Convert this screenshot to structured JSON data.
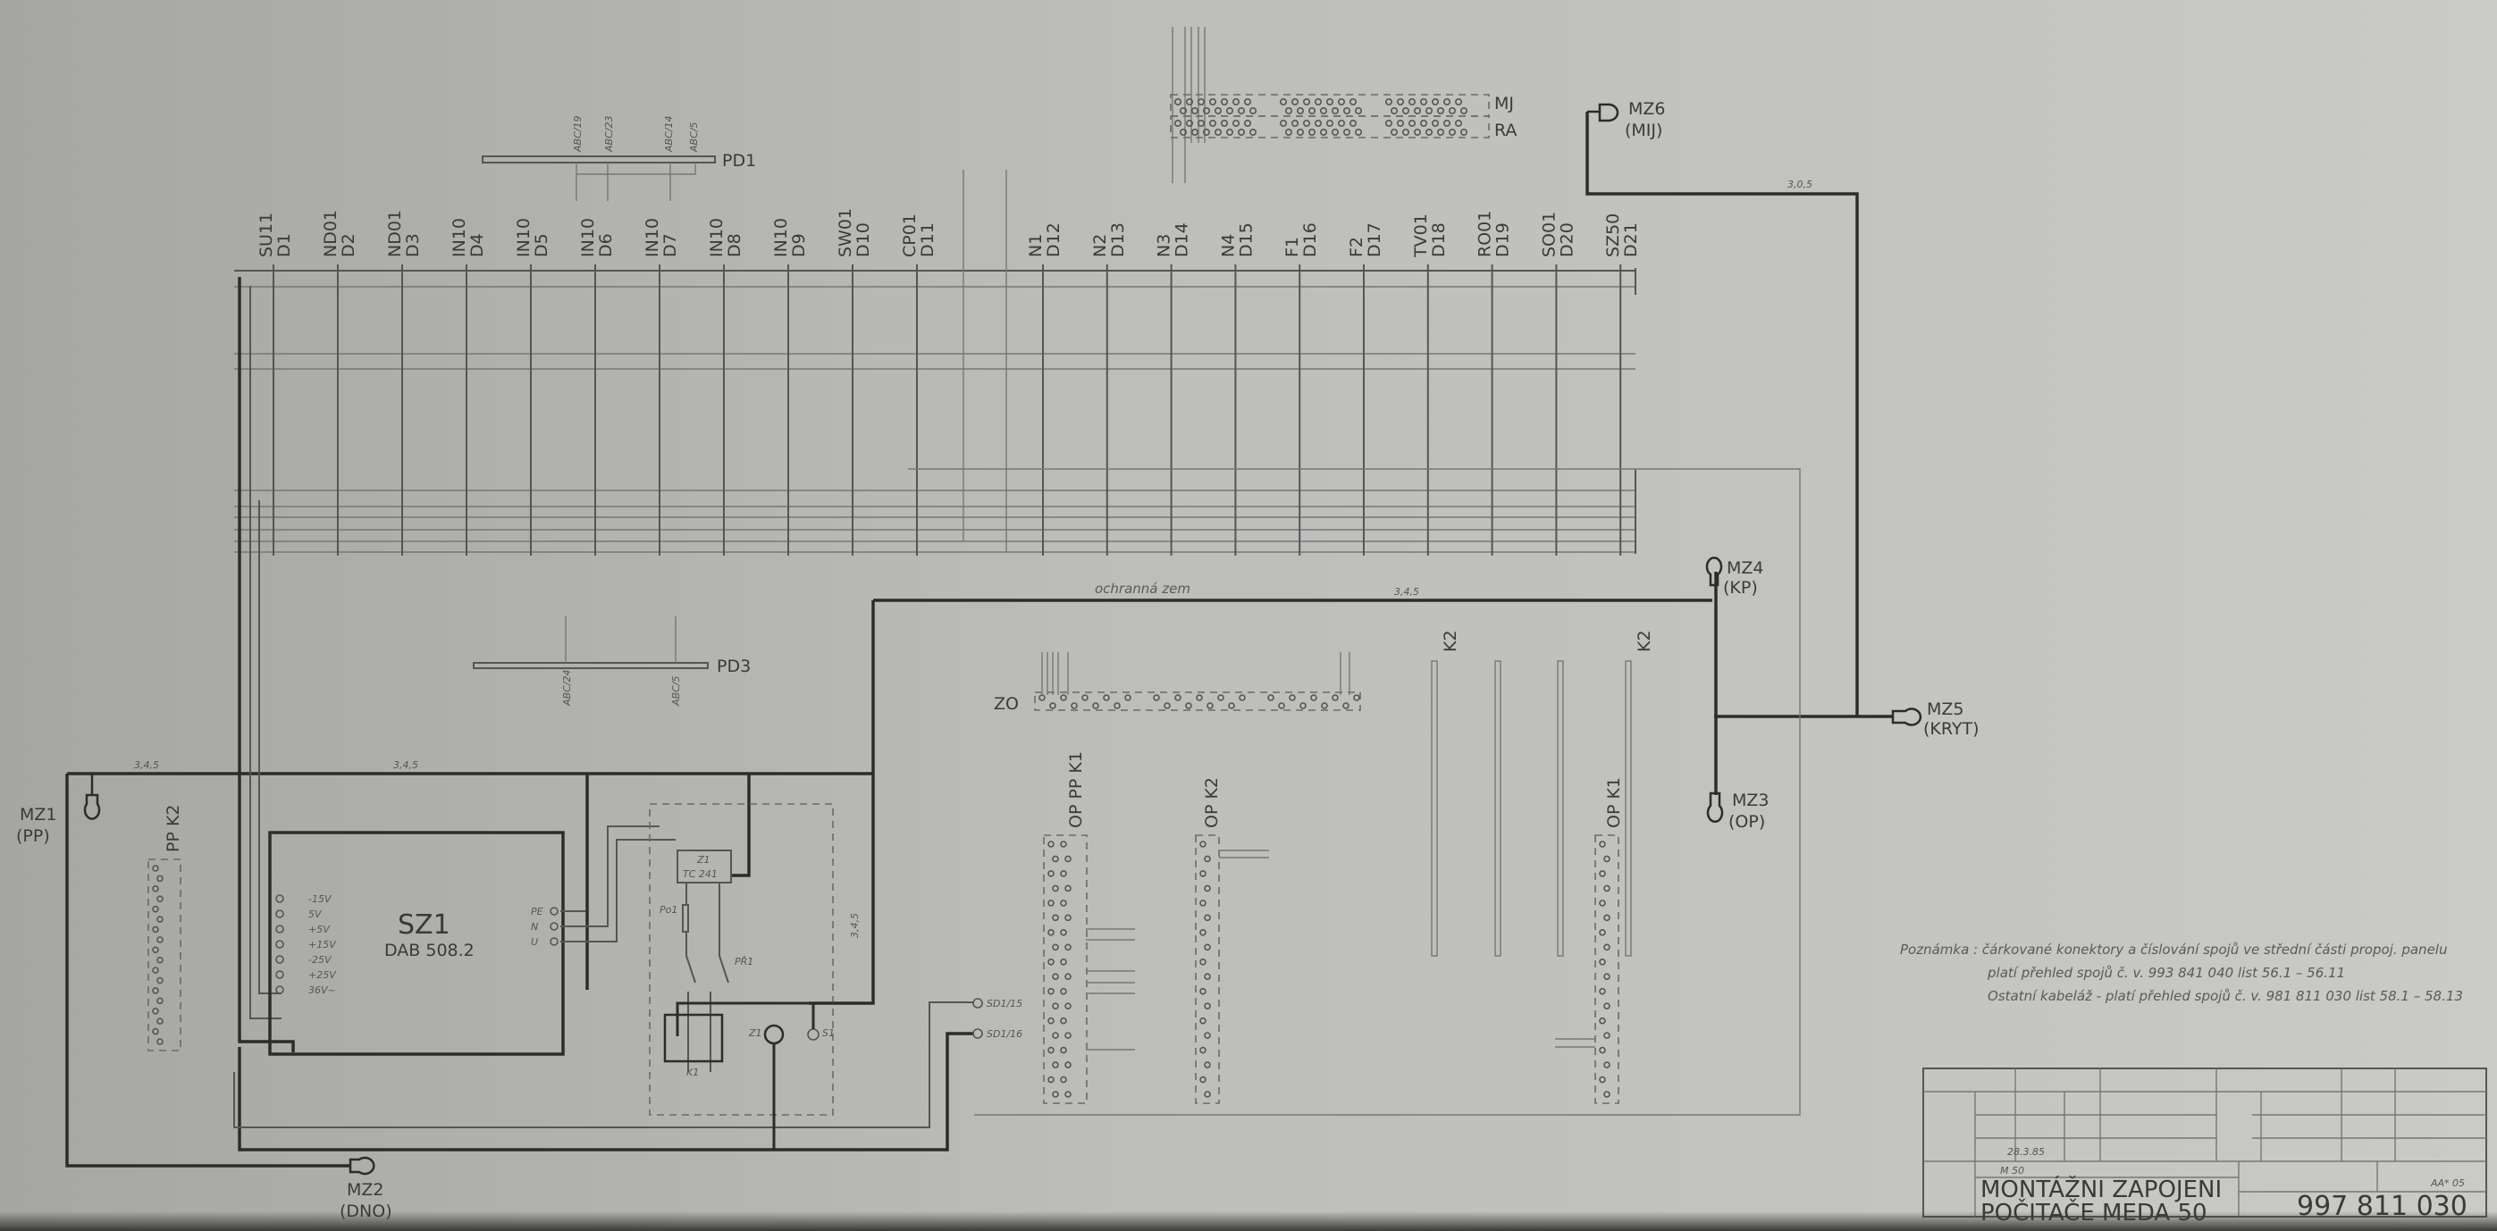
{
  "columns": [
    {
      "name": "SU11",
      "d": "D1"
    },
    {
      "name": "ND01",
      "d": "D2"
    },
    {
      "name": "ND01",
      "d": "D3"
    },
    {
      "name": "IN10",
      "d": "D4"
    },
    {
      "name": "IN10",
      "d": "D5"
    },
    {
      "name": "IN10",
      "d": "D6"
    },
    {
      "name": "IN10",
      "d": "D7"
    },
    {
      "name": "IN10",
      "d": "D8"
    },
    {
      "name": "IN10",
      "d": "D9"
    },
    {
      "name": "SW01",
      "d": "D10"
    },
    {
      "name": "CP01",
      "d": "D11"
    },
    {
      "name": "N1",
      "d": "D12"
    },
    {
      "name": "N2",
      "d": "D13"
    },
    {
      "name": "N3",
      "d": "D14"
    },
    {
      "name": "N4",
      "d": "D15"
    },
    {
      "name": "F1",
      "d": "D16"
    },
    {
      "name": "F2",
      "d": "D17"
    },
    {
      "name": "TV01",
      "d": "D18"
    },
    {
      "name": "RO01",
      "d": "D19"
    },
    {
      "name": "SO01",
      "d": "D20"
    },
    {
      "name": "SZ50",
      "d": "D21"
    }
  ],
  "pd1": {
    "label": "PD1",
    "pins": [
      "ABC/19",
      "ABC/23",
      "ABC/14",
      "ABC/5"
    ]
  },
  "pd3": {
    "label": "PD3",
    "pins": [
      "ABC/24",
      "ABC/5"
    ]
  },
  "connectors": {
    "mj": "MJ",
    "ra": "RA",
    "zo": "ZO",
    "pp_k2": "PP K2",
    "op_pp_k1": "OP PP K1",
    "op_k2": "OP K2",
    "k2_a": "K2",
    "k2_b": "K2",
    "op_k1": "OP K1"
  },
  "ground_points": {
    "mz1": {
      "name": "MZ1",
      "sub": "(PP)"
    },
    "mz2": {
      "name": "MZ2",
      "sub": "(DNO)"
    },
    "mz3": {
      "name": "MZ3",
      "sub": "(OP)"
    },
    "mz4": {
      "name": "MZ4",
      "sub": "(KP)"
    },
    "mz5": {
      "name": "MZ5",
      "sub": "(KRYT)"
    },
    "mz6": {
      "name": "MZ6",
      "sub": "(MIJ)"
    }
  },
  "wires": {
    "protective_earth": "ochranná zem",
    "w1": "3,4,5",
    "w2": "3,4,5",
    "w3": "3,4,5",
    "w4": "3,0,5",
    "w5": "3,4,5",
    "sd1_15": "SD1/15",
    "sd1_16": "SD1/16"
  },
  "psu": {
    "name": "SZ1",
    "model": "DAB 508.2",
    "left_pins": [
      "-15V",
      "5V",
      "+5V",
      "+15V",
      "-25V",
      "+25V",
      "36V~"
    ],
    "right_pins": [
      "PE",
      "N",
      "U"
    ]
  },
  "switch_unit": {
    "filter": "Z1",
    "filter_type": "TC 241",
    "fuse": "Po1",
    "switch": "PŘ1",
    "socket": "K1",
    "z1": "Z1",
    "s1": "S1"
  },
  "note": [
    "Poznámka :  čárkované konektory a číslování spojů ve střední části propoj. panelu",
    "platí přehled spojů č. v. 993 841 040  list 56.1 – 56.11",
    "Ostatní kabeláž - platí přehled spojů č. v. 981 811 030  list 58.1 – 58.13"
  ],
  "title_block": {
    "title_line1": "MONTÁŽNI ZAPOJENI",
    "title_line2": "POČITAČE MEDA 50",
    "drawing_number": "997 811 030",
    "type": "M 50",
    "date": "28.3.85",
    "sheet": "AA* 05"
  },
  "colors": {
    "line": "#2c2c2c",
    "paper": "#bdbdba"
  }
}
